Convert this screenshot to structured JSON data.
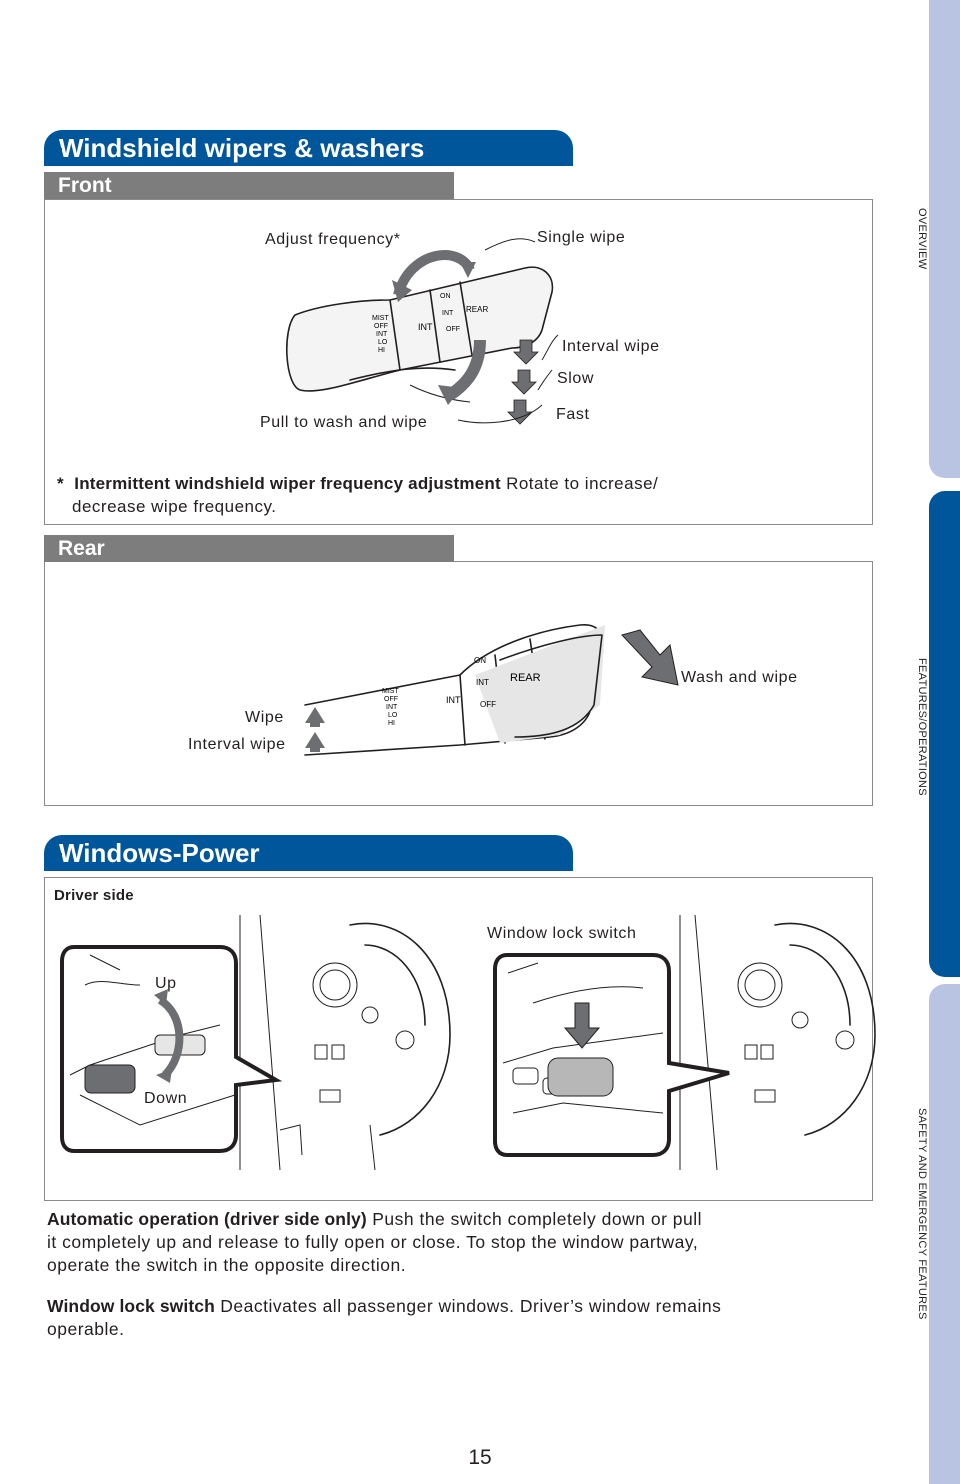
{
  "side_tabs": {
    "overview": "OVERVIEW",
    "features": "FEATURES/OPERATIONS",
    "safety": "SAFETY AND EMERGENCY FEATURES"
  },
  "wipers": {
    "title": "Windshield wipers & washers",
    "front": {
      "header": "Front",
      "labels": {
        "adjust": "Adjust frequency*",
        "single": "Single wipe",
        "interval": "Interval wipe",
        "slow": "Slow",
        "fast": "Fast",
        "pull": "Pull to wash and wipe"
      },
      "note_star": "*",
      "note_bold": "Intermittent windshield wiper frequency adjustment",
      "note_text_1": "Rotate to increase/",
      "note_text_2": "decrease wipe frequency."
    },
    "rear": {
      "header": "Rear",
      "labels": {
        "wash": "Wash and wipe",
        "wipe": "Wipe",
        "interval": "Interval wipe"
      }
    },
    "lever_marks": {
      "mist": "MIST",
      "off": "OFF",
      "int": "INT",
      "lo": "LO",
      "hi": "HI",
      "int2": "INT",
      "on": "ON",
      "int3": "INT",
      "off2": "OFF",
      "rear": "REAR"
    }
  },
  "windows": {
    "title": "Windows-Power",
    "driver_side": "Driver side",
    "labels": {
      "up": "Up",
      "down": "Down",
      "lock": "Window lock switch"
    },
    "auto_bold": "Automatic operation (driver side only)",
    "auto_text_1": "Push the switch completely down or pull",
    "auto_text_2": "it completely up and release to fully open or close. To stop the window partway,",
    "auto_text_3": "operate the switch in the opposite direction.",
    "lock_bold": "Window lock switch",
    "lock_text_1": "Deactivates all passenger windows. Driver’s window remains",
    "lock_text_2": "operable."
  },
  "page_number": "15",
  "colors": {
    "brand_blue": "#00569a",
    "tab_light": "#b9c4e3",
    "sub_gray": "#7d7d7d"
  }
}
